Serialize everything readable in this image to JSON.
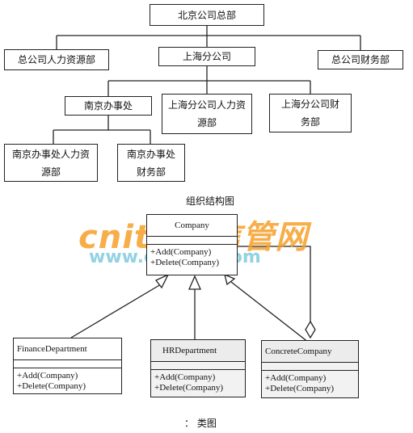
{
  "org_chart": {
    "root": "北京公司总部",
    "level1": {
      "hr": "总公司人力资源部",
      "shanghai": "上海分公司",
      "finance": "总公司财务部"
    },
    "level2": {
      "nanjing": "南京办事处",
      "sh_hr_line1": "上海分公司人力资",
      "sh_hr_line2": "源部",
      "sh_fin_line1": "上海分公司财",
      "sh_fin_line2": "务部"
    },
    "level3": {
      "nj_hr_line1": "南京办事处人力资",
      "nj_hr_line2": "源部",
      "nj_fin_line1": "南京办事处",
      "nj_fin_line2": "财务部"
    },
    "caption": "组织结构图"
  },
  "class_diagram": {
    "component": {
      "name": "Company",
      "ops": [
        "+Add(Company)",
        "+Delete(Company)"
      ]
    },
    "finance": {
      "name": "FinanceDepartment",
      "ops": [
        "+Add(Company)",
        "+Delete(Company)"
      ]
    },
    "hr": {
      "name": "HRDepartment",
      "ops": [
        "+Add(Company)",
        "+Delete(Company)"
      ]
    },
    "concrete": {
      "name": "ConcreteCompany",
      "ops": [
        "+Add(Company)",
        "+Delete(Company)"
      ]
    },
    "caption": "：  类图"
  },
  "watermark": {
    "brand": "cnitpm信管网",
    "url": "www.cnitpm.com"
  }
}
